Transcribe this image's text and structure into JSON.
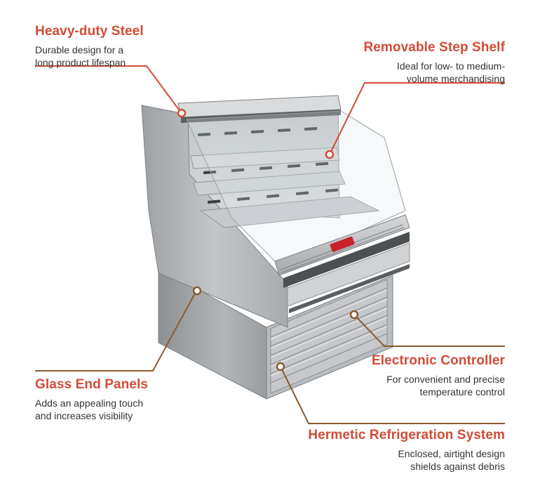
{
  "colors": {
    "accent_red": "#d24b35",
    "accent_brown": "#8a5a2f",
    "steel_light": "#c9cbcd",
    "steel_mid": "#a9abae",
    "steel_dark": "#7f8285"
  },
  "icons": {
    "product": "refrigerated-display-case-illustration",
    "badge": "brand-logo-badge"
  },
  "callouts": {
    "heavy_duty": {
      "title": "Heavy-duty Steel",
      "desc_line1": "Durable design for a",
      "desc_line2": "long product lifespan"
    },
    "step_shelf": {
      "title": "Removable Step Shelf",
      "desc_line1": "Ideal for low- to medium-",
      "desc_line2": "volume merchandising"
    },
    "glass_panels": {
      "title": "Glass End Panels",
      "desc_line1": "Adds an appealing touch",
      "desc_line2": "and increases visibility"
    },
    "controller": {
      "title": "Electronic Controller",
      "desc_line1": "For convenient and precise",
      "desc_line2": "temperature control"
    },
    "refrigeration": {
      "title": "Hermetic Refrigeration System",
      "desc_line1": "Enclosed, airtight design",
      "desc_line2": "shields against debris"
    }
  }
}
